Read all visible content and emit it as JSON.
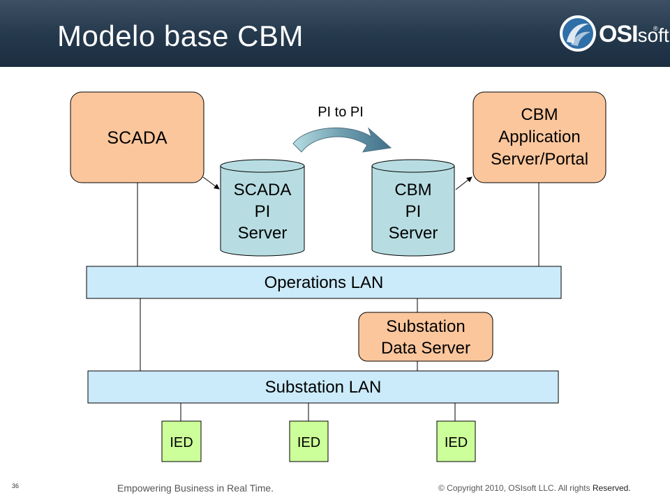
{
  "slide": {
    "title": "Modelo base CBM",
    "page_number": "36",
    "footer_tagline": "Empowering Business in Real Time.",
    "footer_copyright": "© Copyright 2010, OSIsoft LLC. All rights",
    "footer_copyright_end": " Reserved."
  },
  "logo": {
    "brand": "OSI",
    "brand_suffix": "soft",
    "registered": "®"
  },
  "diagram": {
    "scada": "SCADA",
    "cbm_app": [
      "CBM",
      "Application",
      "Server/Portal"
    ],
    "pi_to_pi": "PI to PI",
    "scada_pi_server": [
      "SCADA",
      "PI",
      "Server"
    ],
    "cbm_pi_server": [
      "CBM",
      "PI",
      "Server"
    ],
    "operations_lan": "Operations LAN",
    "substation_data_server": [
      "Substation",
      "Data Server"
    ],
    "substation_lan": "Substation LAN",
    "ied_1": "IED",
    "ied_2": "IED",
    "ied_3": "IED"
  },
  "colors": {
    "orange_fill": "#fbc69c",
    "cylinder_fill": "#b7dde2",
    "lan_fill": "#cbeafa",
    "ied_fill": "#ccff99",
    "header": "#24384c"
  }
}
